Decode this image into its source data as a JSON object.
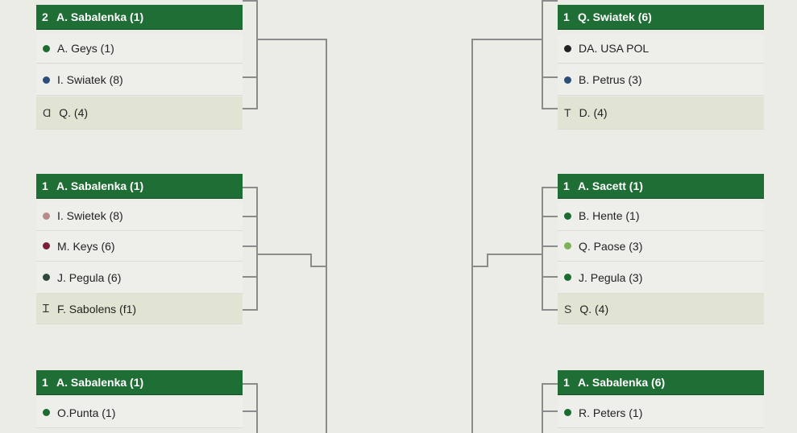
{
  "colors": {
    "header": "#1f6e36",
    "row": "#eeeeea",
    "row_alt": "#e2e4d3",
    "connector": "#8b8b8b",
    "background": "#ecece6"
  },
  "left": [
    {
      "header": {
        "seed": "2",
        "name": "A. Sabalenka (1)"
      },
      "rows": [
        {
          "icon": "green-dot-icon",
          "color": "#1e6b32",
          "name": "A. Geys (1)"
        },
        {
          "icon": "blue-dot-icon",
          "color": "#2e4e7a",
          "name": "I. Swiatek (8)"
        },
        {
          "icon": "trophy-icon",
          "symbol": "Ɑ",
          "name": "Q. (4)"
        }
      ]
    },
    {
      "header": {
        "seed": "1",
        "name": "A. Sabalenka (1)"
      },
      "rows": [
        {
          "icon": "pink-dot-icon",
          "color": "#b98a8a",
          "name": "I. Swietek (8)"
        },
        {
          "icon": "red-dot-icon",
          "color": "#7a2036",
          "name": "M. Keys (6)"
        },
        {
          "icon": "dark-green-dot-icon",
          "color": "#2f4a3a",
          "name": "J. Pegula (6)"
        },
        {
          "icon": "flag-icon",
          "symbol": "Ɪ",
          "name": "F. Sabolens (f1)"
        }
      ]
    },
    {
      "header": {
        "seed": "1",
        "name": "A. Sabalenka (1)"
      },
      "rows": [
        {
          "icon": "green-dot-icon",
          "color": "#1e6b32",
          "name": "O.Punta (1)"
        }
      ]
    }
  ],
  "right": [
    {
      "header": {
        "seed": "1",
        "name": "Q. Swiatek (6)"
      },
      "rows": [
        {
          "icon": "black-dot-icon",
          "color": "#222222",
          "name": "DA. USA POL"
        },
        {
          "icon": "blue-dot-icon",
          "color": "#2e4e7a",
          "name": "B. Petrus (3)"
        },
        {
          "icon": "t-icon",
          "symbol": "T",
          "name": "D. (4)"
        }
      ]
    },
    {
      "header": {
        "seed": "1",
        "name": "A. Sacett (1)"
      },
      "rows": [
        {
          "icon": "green-dot-icon",
          "color": "#1e6b32",
          "name": "B. Hente (1)"
        },
        {
          "icon": "light-green-dot-icon",
          "color": "#7fb05a",
          "name": "Q. Paose (3)"
        },
        {
          "icon": "green-dot-icon",
          "color": "#1e6b32",
          "name": "J. Pegula (3)"
        },
        {
          "icon": "s-icon",
          "symbol": "S",
          "name": "Q. (4)"
        }
      ]
    },
    {
      "header": {
        "seed": "1",
        "name": "A. Sabalenka (6)"
      },
      "rows": [
        {
          "icon": "green-dot-icon",
          "color": "#1e6b32",
          "name": "R. Peters (1)"
        }
      ]
    }
  ]
}
